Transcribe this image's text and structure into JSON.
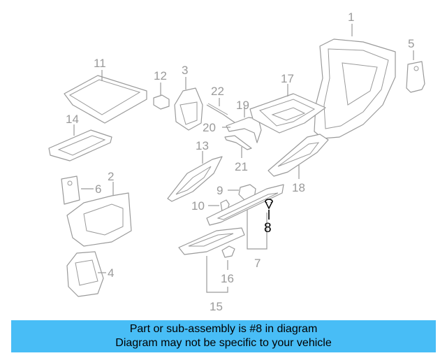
{
  "callouts": [
    {
      "id": "1",
      "text": "1"
    },
    {
      "id": "2",
      "text": "2"
    },
    {
      "id": "3",
      "text": "3"
    },
    {
      "id": "4",
      "text": "4"
    },
    {
      "id": "5",
      "text": "5"
    },
    {
      "id": "6",
      "text": "6"
    },
    {
      "id": "7",
      "text": "7"
    },
    {
      "id": "8",
      "text": "8"
    },
    {
      "id": "9",
      "text": "9"
    },
    {
      "id": "10",
      "text": "10"
    },
    {
      "id": "11",
      "text": "11"
    },
    {
      "id": "12",
      "text": "12"
    },
    {
      "id": "13",
      "text": "13"
    },
    {
      "id": "14",
      "text": "14"
    },
    {
      "id": "15",
      "text": "15"
    },
    {
      "id": "16",
      "text": "16"
    },
    {
      "id": "17",
      "text": "17"
    },
    {
      "id": "18",
      "text": "18"
    },
    {
      "id": "19",
      "text": "19"
    },
    {
      "id": "20",
      "text": "20"
    },
    {
      "id": "21",
      "text": "21"
    },
    {
      "id": "22",
      "text": "22"
    }
  ],
  "highlight_color": "#000000",
  "banner": {
    "line1": "Part or sub-assembly is #8 in diagram",
    "line2": "Diagram may not be specific to your vehicle",
    "color": "#48bdf6"
  }
}
